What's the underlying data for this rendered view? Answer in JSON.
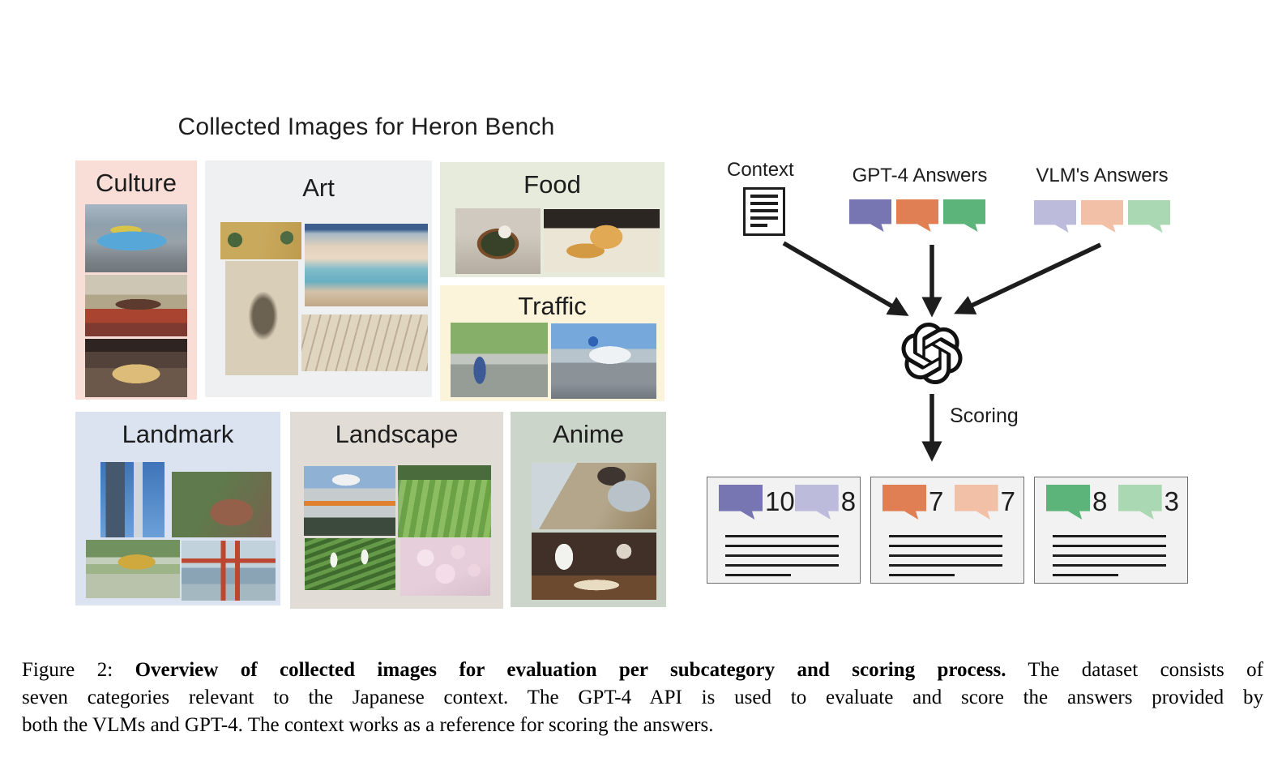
{
  "left_section": {
    "title": "Collected Images for Heron Bench",
    "categories": [
      {
        "name": "Culture",
        "photos": [
          "pokemon-jet-airplane",
          "kotatsu-tatami-room",
          "sumo-tournament-ring"
        ]
      },
      {
        "name": "Art",
        "photos": [
          "folding-screen-painting",
          "nihonbashi-ukiyoe-print",
          "ink-landscape-scroll",
          "choju-giga-animal-scroll"
        ]
      },
      {
        "name": "Food",
        "photos": [
          "ramen-bowl",
          "tempura-plate"
        ]
      },
      {
        "name": "Traffic",
        "photos": [
          "street-traffic-officer",
          "snowy-road-mount-fuji"
        ]
      },
      {
        "name": "Landmark",
        "photos": [
          "tokyo-skytree",
          "komainu-statue",
          "kinkakuji-golden-pavilion",
          "itsukushima-floating-torii"
        ]
      },
      {
        "name": "Landscape",
        "photos": [
          "train-mount-fuji",
          "green-tea-terraces",
          "rice-field-herons",
          "cherry-blossoms"
        ]
      },
      {
        "name": "Anime",
        "photos": [
          "quill-writing-scene",
          "no-face-dinner-scene"
        ]
      }
    ]
  },
  "flow": {
    "context_label": "Context",
    "gpt4_answers_label": "GPT-4 Answers",
    "vlm_answers_label": "VLM's Answers",
    "scoring_label": "Scoring",
    "icons": {
      "context": "document-icon",
      "scorer": "openai-logo-icon",
      "answers": "speech-bubble-icon"
    },
    "score_cards": [
      {
        "left_score": "10",
        "right_score": "8"
      },
      {
        "left_score": "7",
        "right_score": "7"
      },
      {
        "left_score": "8",
        "right_score": "3"
      }
    ]
  },
  "caption": {
    "line1_prefix": "Figure 2: ",
    "line1_bold": "Overview of collected images for evaluation per subcategory and scoring process.",
    "line1_rest": " The dataset consists of",
    "line2": "seven categories relevant to the Japanese context. The GPT-4 API is used to evaluate and score the answers provided by",
    "line3": "both the VLMs and GPT-4. The context works as a reference for scoring the answers."
  },
  "colors": {
    "culture_bg": "#f8ded7",
    "art_bg": "#eef0f2",
    "food_bg": "#e6ebdb",
    "traffic_bg": "#fbf3da",
    "landmark_bg": "#dce3f0",
    "landscape_bg": "#e1dcd6",
    "anime_bg": "#ccd5c9",
    "gpt4_purple": "#7776b2",
    "gpt4_orange": "#e07e54",
    "gpt4_green": "#5cb47a",
    "vlm_purple": "#bcbbdc",
    "vlm_orange": "#f2c0a6",
    "vlm_green": "#a9d8b2",
    "card_bg": "#f2f2f2",
    "ink": "#1d1d1d"
  }
}
